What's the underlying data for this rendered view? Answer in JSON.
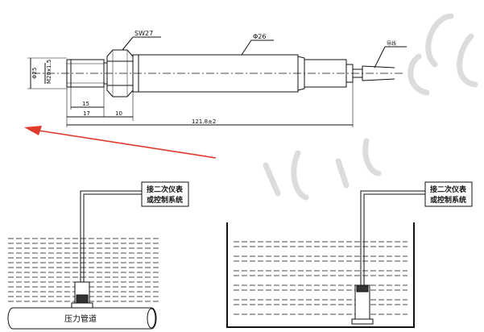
{
  "drawing": {
    "hex_label": "SW27",
    "dia_label": "Φ26",
    "cable_label": "导线",
    "thread_label": "M20x1.5",
    "dia_small_label": "Φ25",
    "dim_15": "15",
    "dim_17": "17",
    "dim_10": "10",
    "dim_total": "121.8±2"
  },
  "pipe_scene": {
    "box_line1": "接二次仪表",
    "box_line2": "或控制系统",
    "pipe_label": "压力管道"
  },
  "tank_scene": {
    "box_line1": "接二次仪表",
    "box_line2": "或控制系统"
  },
  "colors": {
    "arrow": "#e03a2a",
    "ink": "#111111",
    "watermark": "#d9d9d9"
  }
}
